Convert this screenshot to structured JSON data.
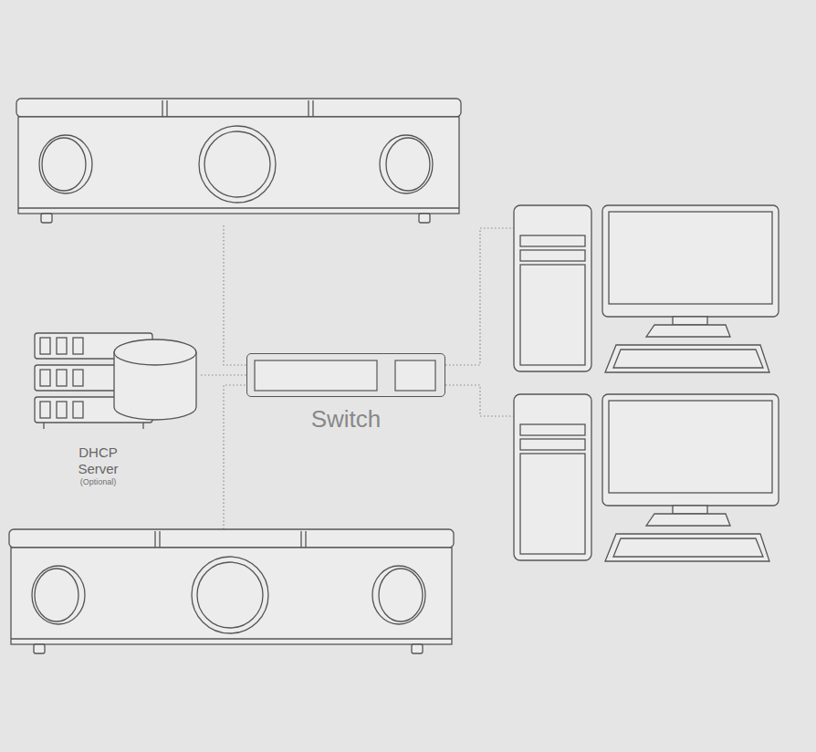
{
  "diagram": {
    "nodes": [
      {
        "text": [
          "DHCP Server",
          "(Optional)"
        ]
      },
      {
        "text": [
          "Switch"
        ]
      }
    ],
    "edges": [
      {
        "from": 0,
        "to": 1,
        "arrow": "none"
      }
    ]
  }
}
